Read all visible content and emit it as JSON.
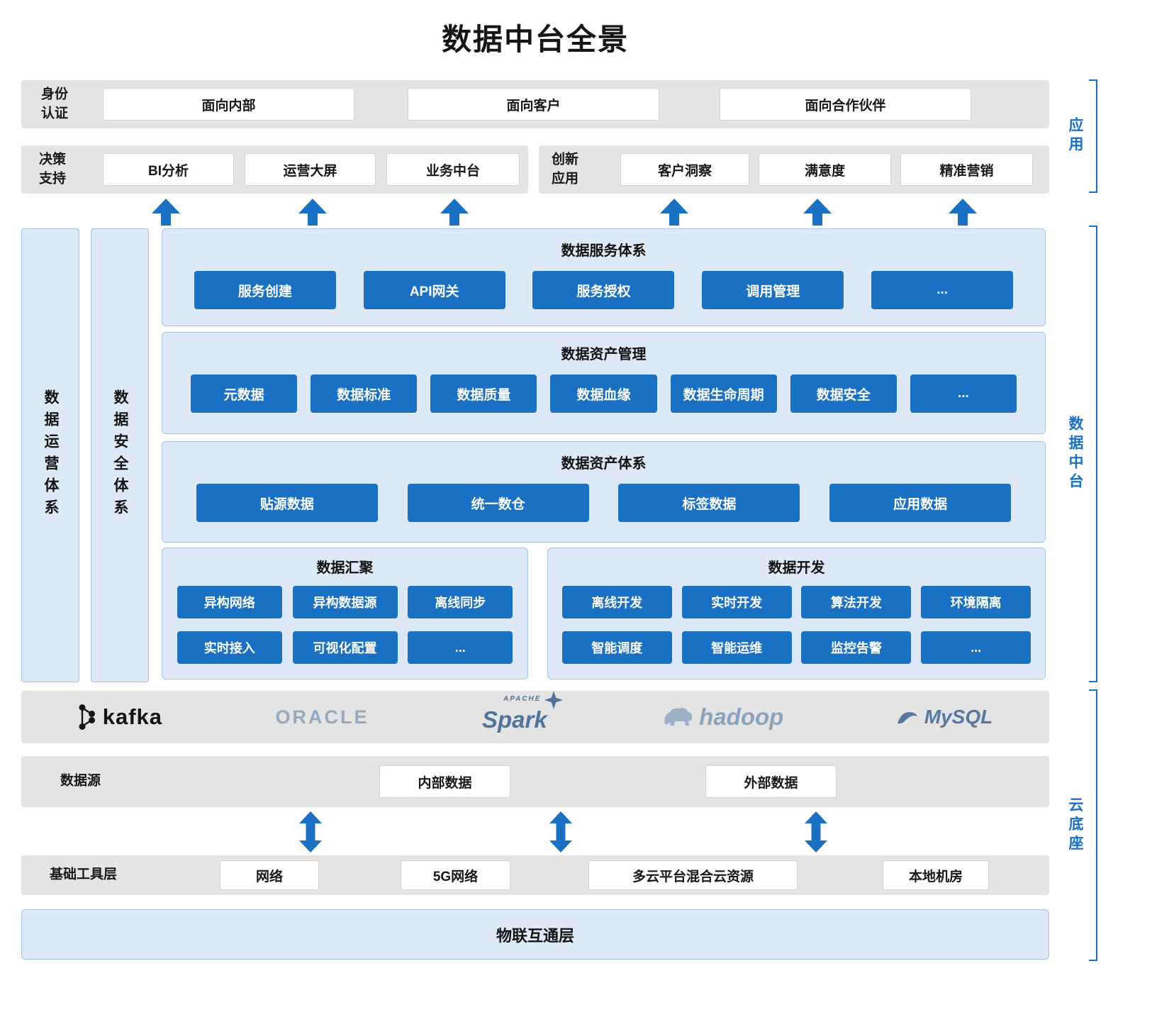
{
  "title": "数据中台全景",
  "colors": {
    "primary": "#1a70c2",
    "panel_blue": "#dde9f6",
    "panel_border": "#a6c4e2",
    "band_gray": "#e4e4e4"
  },
  "app": {
    "side_label": "应用",
    "identity": {
      "label": "身份\n认证",
      "items": [
        "面向内部",
        "面向客户",
        "面向合作伙伴"
      ]
    },
    "decision": {
      "label": "决策\n支持",
      "items": [
        "BI分析",
        "运营大屏",
        "业务中台"
      ]
    },
    "innovation": {
      "label": "创新\n应用",
      "items": [
        "客户洞察",
        "满意度",
        "精准营销"
      ]
    }
  },
  "platform": {
    "side_label": "数据中台",
    "bars": [
      "数据运营体系",
      "数据安全体系"
    ],
    "service": {
      "title": "数据服务体系",
      "items": [
        "服务创建",
        "API网关",
        "服务授权",
        "调用管理",
        "..."
      ]
    },
    "asset_mgmt": {
      "title": "数据资产管理",
      "items": [
        "元数据",
        "数据标准",
        "数据质量",
        "数据血缘",
        "数据生命周期",
        "数据安全",
        "..."
      ]
    },
    "asset_sys": {
      "title": "数据资产体系",
      "items": [
        "贴源数据",
        "统一数仓",
        "标签数据",
        "应用数据"
      ]
    },
    "aggregation": {
      "title": "数据汇聚",
      "rows": [
        [
          "异构网络",
          "异构数据源",
          "离线同步"
        ],
        [
          "实时接入",
          "可视化配置",
          "..."
        ]
      ]
    },
    "development": {
      "title": "数据开发",
      "rows": [
        [
          "离线开发",
          "实时开发",
          "算法开发",
          "环境隔离"
        ],
        [
          "智能调度",
          "智能运维",
          "监控告警",
          "..."
        ]
      ]
    }
  },
  "cloud": {
    "side_label": "云底座",
    "logos": [
      {
        "name": "kafka",
        "text": "kafka"
      },
      {
        "name": "oracle",
        "text": "ORACLE"
      },
      {
        "name": "spark",
        "sup": "APACHE",
        "text": "Spark"
      },
      {
        "name": "hadoop",
        "text": "hadoop"
      },
      {
        "name": "mysql",
        "text": "MySQL"
      }
    ],
    "datasource": {
      "label": "数据源",
      "items": [
        "内部数据",
        "外部数据"
      ]
    },
    "tools": {
      "label": "基础工具层",
      "items": [
        "网络",
        "5G网络",
        "多云平台混合云资源",
        "本地机房"
      ]
    },
    "iot_bar": "物联互通层"
  }
}
